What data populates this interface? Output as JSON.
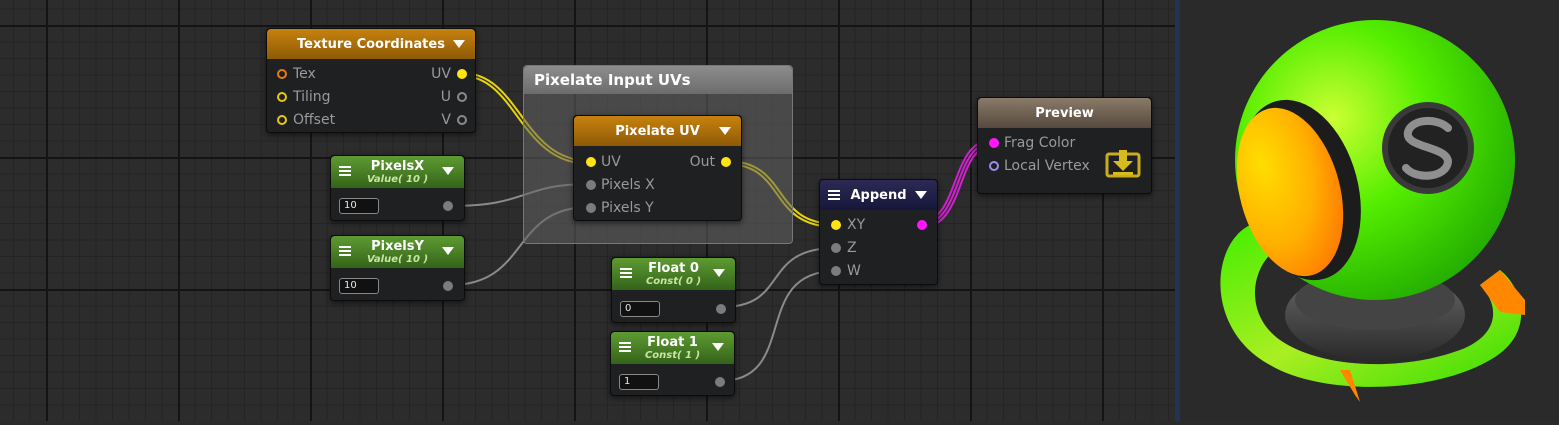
{
  "group": {
    "title": "Pixelate Input UVs"
  },
  "nodes": {
    "texcoord": {
      "title": "Texture Coordinates",
      "inputs": [
        "Tex",
        "Tiling",
        "Offset"
      ],
      "outputs": [
        "UV",
        "U",
        "V"
      ]
    },
    "pixelsx": {
      "title": "PixelsX",
      "subtitle": "Value( 10 )",
      "value": "10"
    },
    "pixelsy": {
      "title": "PixelsY",
      "subtitle": "Value( 10 )",
      "value": "10"
    },
    "pixelate": {
      "title": "Pixelate UV",
      "inputs": [
        "UV",
        "Pixels X",
        "Pixels Y"
      ],
      "output": "Out"
    },
    "float0": {
      "title": "Float 0",
      "subtitle": "Const( 0 )",
      "value": "0"
    },
    "float1": {
      "title": "Float 1",
      "subtitle": "Const( 1 )",
      "value": "1"
    },
    "append": {
      "title": "Append",
      "inputs": [
        "XY",
        "Z",
        "W"
      ]
    },
    "preview": {
      "title": "Preview",
      "inputs": [
        "Frag Color",
        "Local Vertex"
      ]
    }
  },
  "colors": {
    "wire_uv": "#e8d40c",
    "wire_float": "#8a8a8a",
    "wire_color": "#d020d0",
    "accent_orange": "#c7820e",
    "accent_green": "#5e9b32"
  },
  "icons": {
    "preview_save": "download-arrow-icon",
    "preview_logo": "shaderforge-s-logo"
  }
}
